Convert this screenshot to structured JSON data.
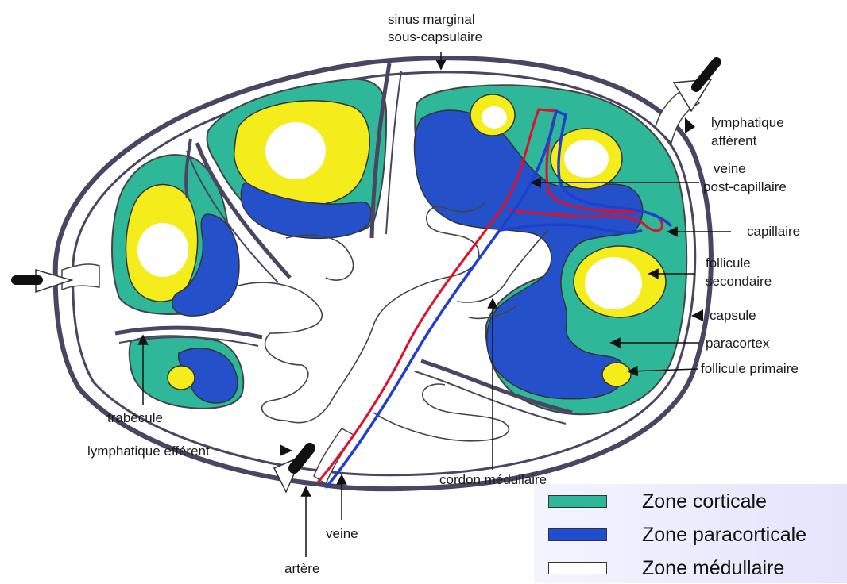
{
  "labels": {
    "sinus_marginal": "sinus marginal",
    "sous_capsulaire": "sous-capsulaire",
    "lymphatique": "lymphatique",
    "afferent": "afférent",
    "veine_pc": "veine",
    "post_capillaire": "post-capillaire",
    "capillaire": "capillaire",
    "follicule": "follicule",
    "secondaire": "secondaire",
    "capsule": "capsule",
    "paracortex": "paracortex",
    "follicule_primaire": "follicule primaire",
    "trabecule": "trabécule",
    "lymphatique_efferent": "lymphatique efférent",
    "cordon_medullaire": "cordon médullaire",
    "veine": "veine",
    "artere": "artère"
  },
  "legend": [
    {
      "label": "Zone corticale",
      "color": "#2fb79a"
    },
    {
      "label": "Zone paracorticale",
      "color": "#1f4fd0"
    },
    {
      "label": "Zone médullaire",
      "color": "#ffffff"
    }
  ],
  "colors": {
    "cortical": "#2fb79a",
    "paracortical": "#2451c9",
    "follicle": "#f5ec1c",
    "capsule": "#4a4563",
    "artery": "#e0102b",
    "vein": "#1f3fd0"
  }
}
